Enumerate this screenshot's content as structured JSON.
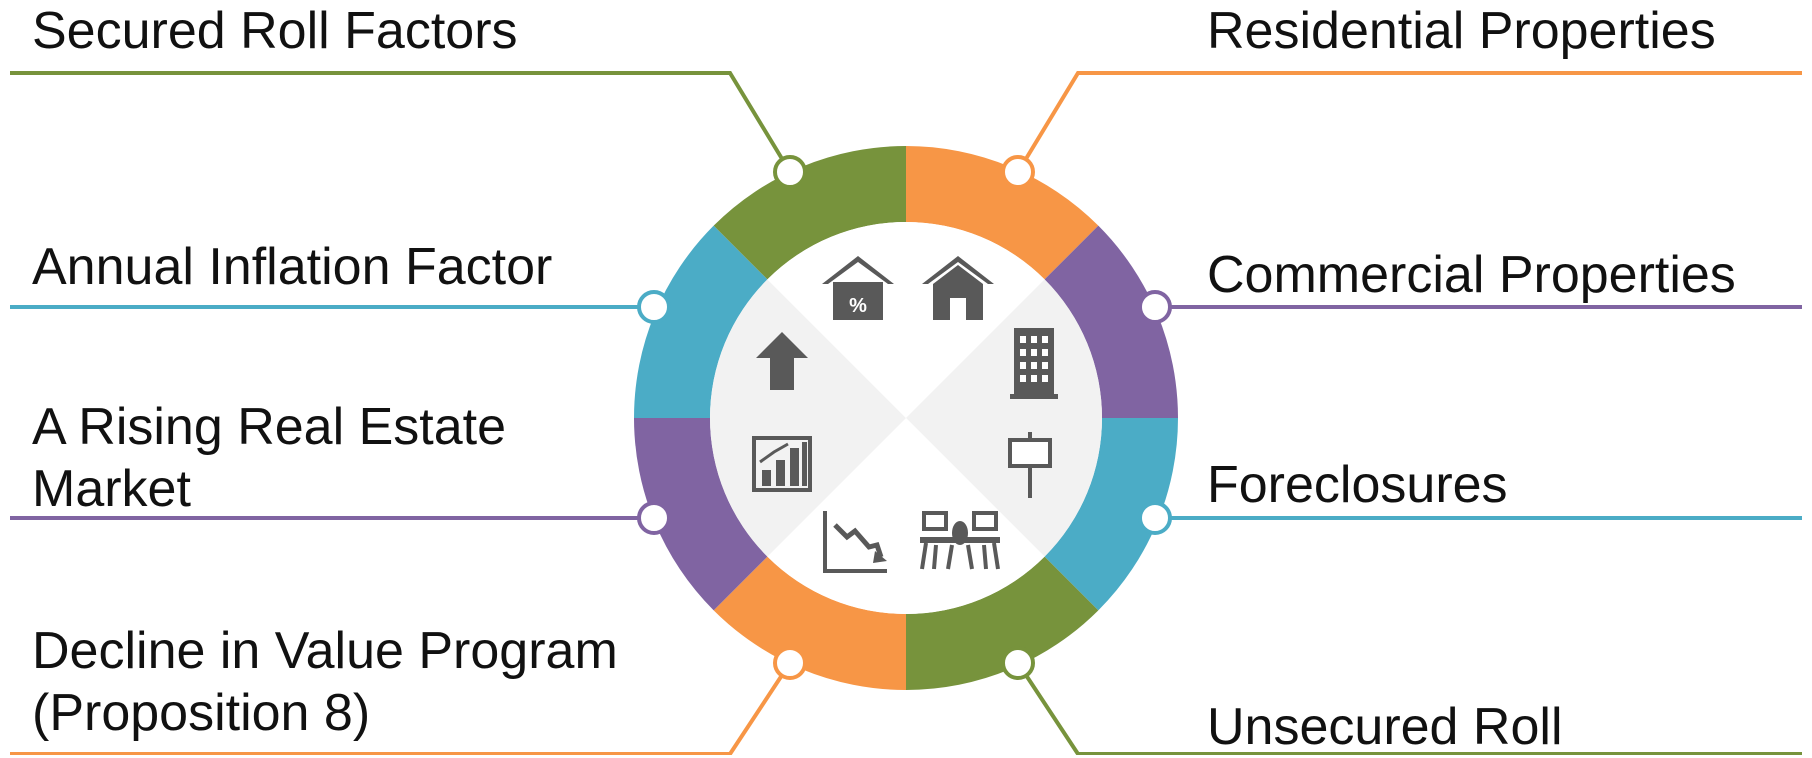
{
  "labels": {
    "secured_roll_factors": "Secured Roll Factors",
    "annual_inflation_factor": "Annual Inflation Factor",
    "rising_market_line1": "A Rising Real Estate",
    "rising_market_line2": "Market",
    "decline_line1": "Decline in Value Program",
    "decline_line2": "(Proposition 8)",
    "residential_properties": "Residential Properties",
    "commercial_properties": "Commercial Properties",
    "foreclosures": "Foreclosures",
    "unsecured_roll": "Unsecured Roll"
  },
  "icons": {
    "top_left": "house-percent-icon",
    "top_right": "house-icon",
    "right_top": "office-building-icon",
    "right_bottom": "sign-post-icon",
    "bottom_right": "meeting-chairs-icon",
    "bottom_left": "declining-chart-icon",
    "left_bottom": "rising-bar-chart-icon",
    "left_top": "up-arrow-icon"
  },
  "colors": {
    "green": "#77933c",
    "orange": "#f79646",
    "purple": "#8064a2",
    "blue": "#4bacc6",
    "inner_light": "#f2f2f2",
    "inner_white": "#ffffff",
    "icon_gray": "#595959",
    "text": "#111111"
  }
}
